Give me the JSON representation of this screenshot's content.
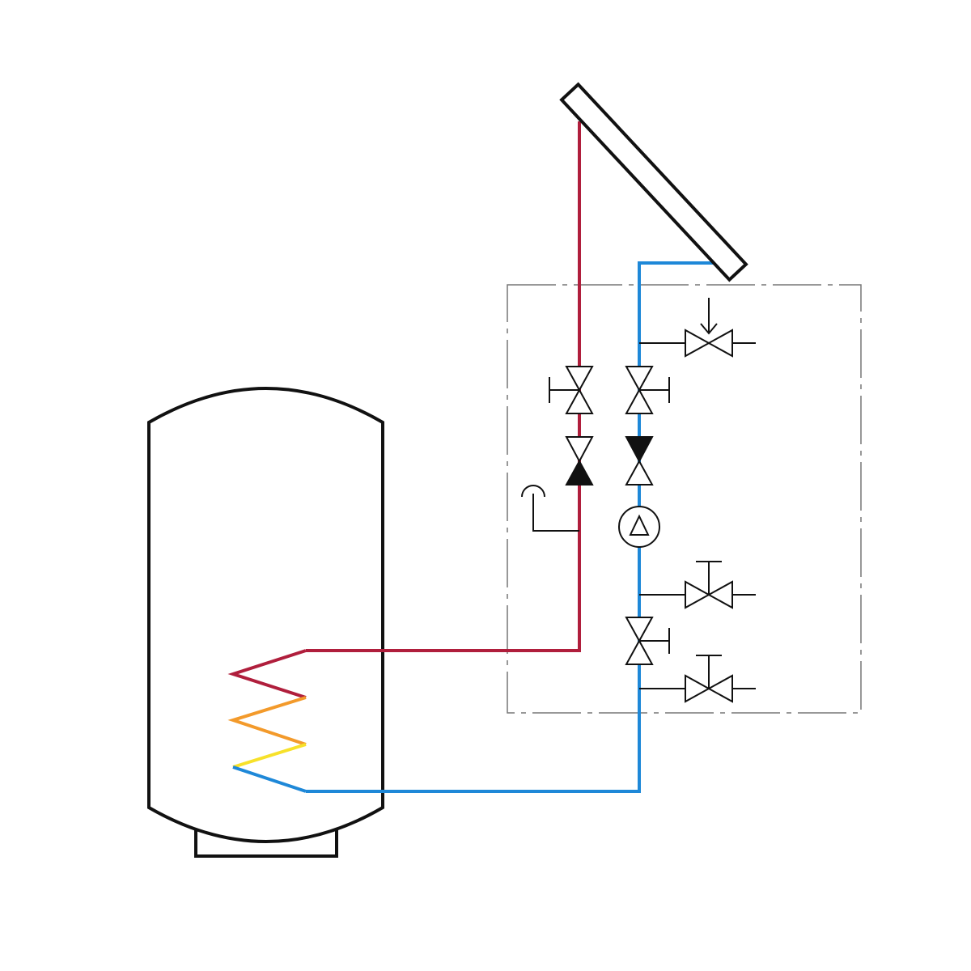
{
  "colors": {
    "flow_hot": "#b01e3c",
    "return_cold": "#1e88d8",
    "coil_warm": "#f39a2b",
    "coil_mid": "#f7e12a",
    "outline": "#111111",
    "station_border": "#777777",
    "background": "#ffffff"
  },
  "components": {
    "storage_tank": "hot-water-storage-tank",
    "heat_exchanger_coil": "solar-heat-exchanger-coil",
    "solar_collector": "flat-plate-solar-collector",
    "solar_station": "solar-pump-station-boundary",
    "circulation_pump": "circulation-pump-icon",
    "thermometer": "thermometer-icon",
    "safety_valve": "safety-valve-icon",
    "shutoff_valves": [
      "flow-shutoff-valve-icon",
      "return-shutoff-valve-icon",
      "lower-shutoff-valve-icon"
    ],
    "check_valves": [
      "flow-check-valve-icon",
      "return-check-valve-icon"
    ],
    "fill_drain_valves": [
      "fill-valve-icon",
      "drain-valve-icon"
    ]
  }
}
